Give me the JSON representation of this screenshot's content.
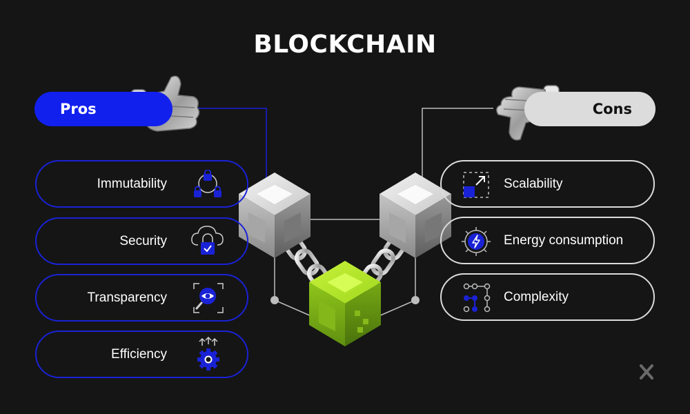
{
  "title": "BLOCKCHAIN",
  "pros": {
    "label": "Pros",
    "items": [
      {
        "label": "Immutability",
        "icon": "lock-network-icon"
      },
      {
        "label": "Security",
        "icon": "cloud-lock-icon"
      },
      {
        "label": "Transparency",
        "icon": "eye-magnifier-icon"
      },
      {
        "label": "Efficiency",
        "icon": "gear-arrows-icon"
      }
    ]
  },
  "cons": {
    "label": "Cons",
    "items": [
      {
        "label": "Scalability",
        "icon": "scale-expand-icon"
      },
      {
        "label": "Energy consumption",
        "icon": "gear-lightning-icon"
      },
      {
        "label": "Complexity",
        "icon": "node-path-icon"
      }
    ]
  },
  "colors": {
    "pros_accent": "#1220ee",
    "cons_accent": "#dcdcdc",
    "background": "#151515",
    "block_green": "#9fd81f"
  }
}
